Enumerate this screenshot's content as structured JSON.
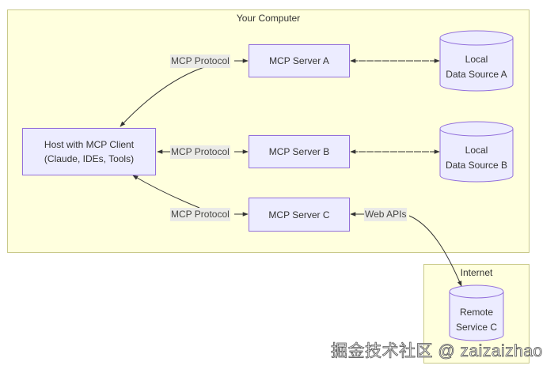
{
  "clusters": {
    "computer": {
      "title": "Your Computer"
    },
    "internet": {
      "title": "Internet"
    }
  },
  "nodes": {
    "host": {
      "line1": "Host with MCP Client",
      "line2": "(Claude, IDEs, Tools)"
    },
    "server_a": {
      "label": "MCP Server A"
    },
    "server_b": {
      "label": "MCP Server B"
    },
    "server_c": {
      "label": "MCP Server C"
    },
    "data_a": {
      "line1": "Local",
      "line2": "Data Source A"
    },
    "data_b": {
      "line1": "Local",
      "line2": "Data Source B"
    },
    "remote_c": {
      "line1": "Remote",
      "line2": "Service C"
    }
  },
  "edges": {
    "host_a": {
      "label": "MCP Protocol"
    },
    "host_b": {
      "label": "MCP Protocol"
    },
    "host_c": {
      "label": "MCP Protocol"
    },
    "c_remote": {
      "label": "Web APIs"
    }
  },
  "colors": {
    "cluster_fill": "#ffffde",
    "cluster_border": "#c9c98a",
    "node_fill": "#ececff",
    "node_border": "#9370db",
    "edge": "#333333",
    "edge_label_bg": "#e8e8e8"
  },
  "watermark": "掘金技术社区 @ zaizaizhao"
}
